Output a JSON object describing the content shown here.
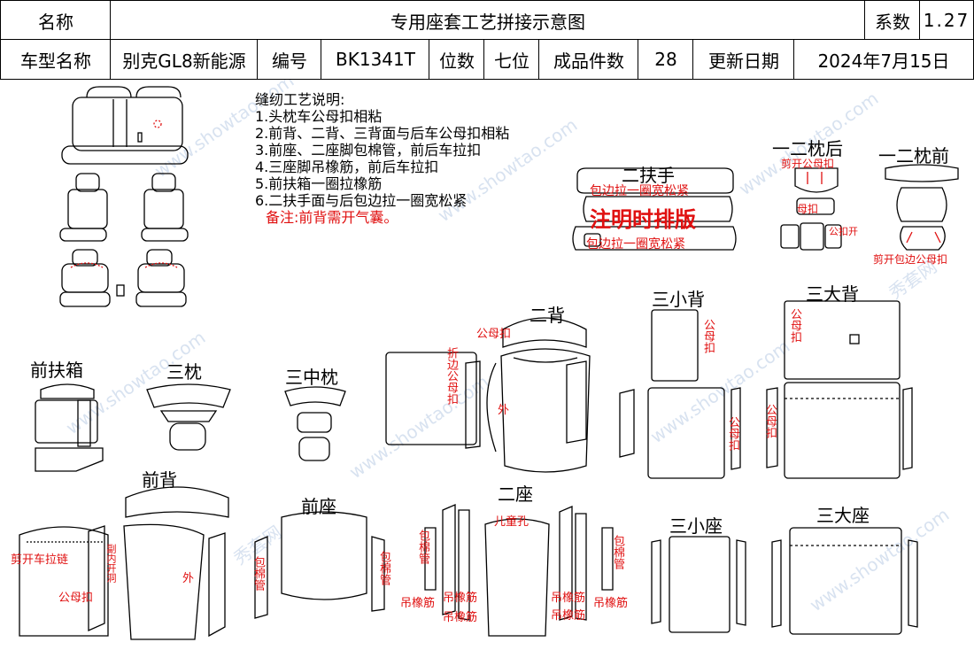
{
  "header": {
    "name_label": "名称",
    "title": "专用座套工艺拼接示意图",
    "coef_label": "系数",
    "coef_value": "1.27",
    "car_label": "车型名称",
    "car_value": "别克GL8新能源",
    "code_label": "编号",
    "code_value": "BK1341T",
    "seats_label": "位数",
    "seats_value": "七位",
    "pieces_label": "成品件数",
    "pieces_value": "28",
    "date_label": "更新日期",
    "date_value": "2024年7月15日"
  },
  "notes": {
    "title": "缝纫工艺说明:",
    "items": [
      "1.头枕车公母扣相粘",
      "2.前背、二背、三背面与后车公母扣相粘",
      "3.前座、二座脚包棉管，前后车拉扣",
      "4.三座脚吊橡筋，前后车拉扣",
      "5.前扶箱一圈拉橡筋",
      "6.二扶手面与后包边拉一圈宽松紧"
    ],
    "remark": "备注:前背需开气囊。"
  },
  "sections": {
    "armrest2": "二扶手",
    "pillow12_back": "一二枕后",
    "pillow12_front": "一二枕前",
    "back3_small": "三小背",
    "back3_big": "三大背",
    "back2": "二背",
    "front_box": "前扶箱",
    "pillow3": "三枕",
    "pillow3_mid": "三中枕",
    "front_back": "前背",
    "front_seat": "前座",
    "seat2": "二座",
    "seat3_small": "三小座",
    "seat3_big": "三大座"
  },
  "annotations": {
    "edge_loop_top": "包边拉一圈宽松紧",
    "note_layout": "注明时排版",
    "edge_loop_bottom": "包边拉一圈宽松紧",
    "cut_snap": "剪开公母扣",
    "female_snap": "母扣",
    "male_snap_open": "公扣开",
    "cut_edge_snap": "剪开包边公母扣",
    "male_snap": "公母扣",
    "edge_snap_v": "折边公母扣",
    "outer": "外",
    "child_hole": "儿童孔",
    "cut_zip": "剪开车拉链",
    "side_open": "副内开洞",
    "foam_tube": "包棉管",
    "elastic": "吊橡筋",
    "snap_v": "公母扣"
  },
  "watermark": {
    "cn": "秀套网",
    "en": "www.showtao.com"
  }
}
